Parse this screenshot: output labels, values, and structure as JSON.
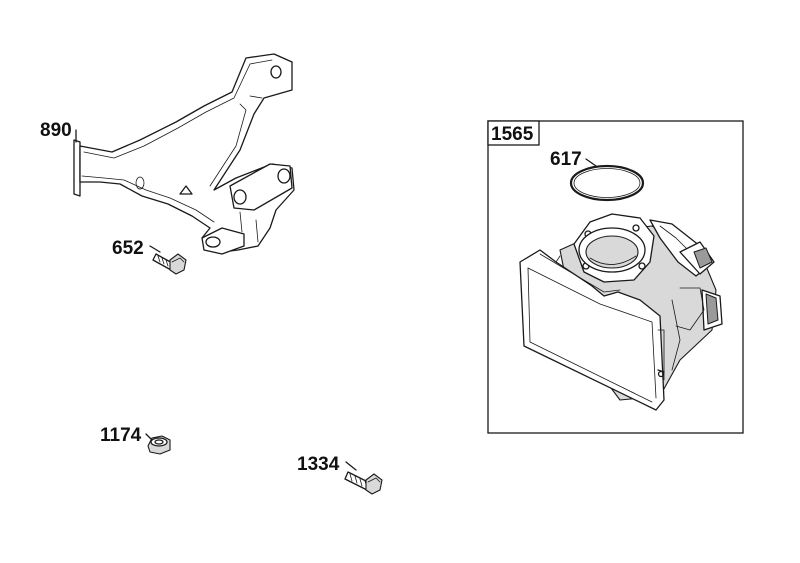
{
  "diagram": {
    "callouts": [
      {
        "id": "890",
        "label": "890"
      },
      {
        "id": "652",
        "label": "652"
      },
      {
        "id": "1174",
        "label": "1174"
      },
      {
        "id": "1334",
        "label": "1334"
      },
      {
        "id": "1565",
        "label": "1565"
      },
      {
        "id": "617",
        "label": "617"
      }
    ]
  }
}
